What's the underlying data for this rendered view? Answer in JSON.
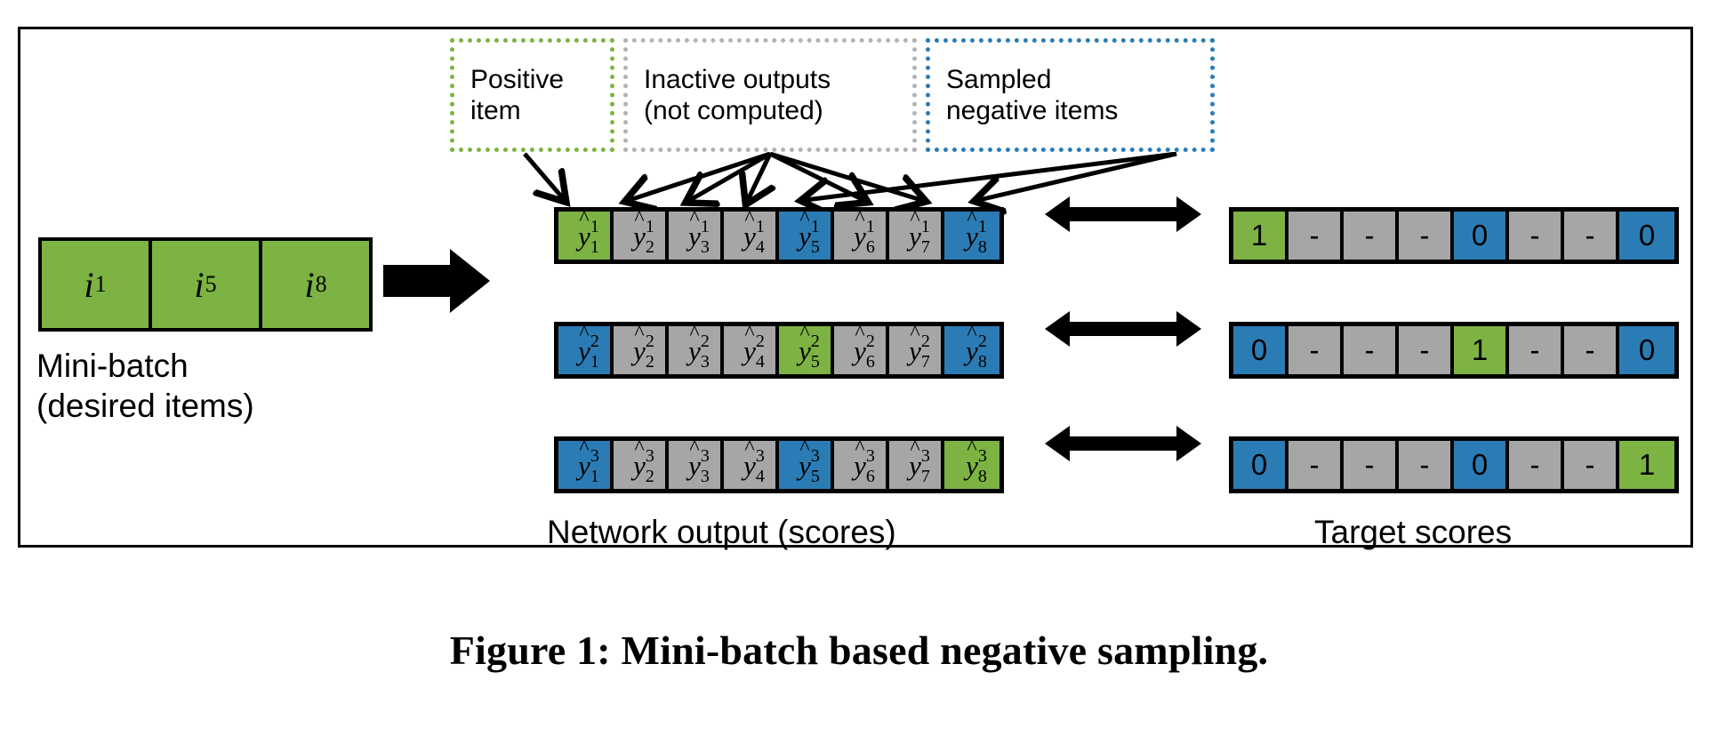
{
  "figure": {
    "caption": "Figure 1: Mini-batch based negative sampling.",
    "frame_color": "#000000"
  },
  "colors": {
    "positive_green": "#7cb342",
    "sampled_blue": "#2b7cb5",
    "inactive_gray": "#a6a6a6",
    "outline_black": "#000000"
  },
  "legend": {
    "positive": {
      "text": "Positive\nitem",
      "border_color": "#7cb342"
    },
    "inactive": {
      "text": "Inactive outputs\n(not computed)",
      "border_color": "#b3b3b3"
    },
    "negative": {
      "text": "Sampled\nnegative items",
      "border_color": "#2b7cb5"
    }
  },
  "minibatch": {
    "caption": "Mini-batch\n(desired items)",
    "items": [
      {
        "symbol": "i",
        "subscript": "1",
        "color": "green"
      },
      {
        "symbol": "i",
        "subscript": "5",
        "color": "green"
      },
      {
        "symbol": "i",
        "subscript": "8",
        "color": "green"
      }
    ]
  },
  "network_output": {
    "caption": "Network output (scores)",
    "rows": [
      {
        "row_index": "1",
        "cells": [
          {
            "symbol": "y",
            "sub": "1",
            "sup": "1",
            "color": "green"
          },
          {
            "symbol": "y",
            "sub": "2",
            "sup": "1",
            "color": "gray"
          },
          {
            "symbol": "y",
            "sub": "3",
            "sup": "1",
            "color": "gray"
          },
          {
            "symbol": "y",
            "sub": "4",
            "sup": "1",
            "color": "gray"
          },
          {
            "symbol": "y",
            "sub": "5",
            "sup": "1",
            "color": "blue"
          },
          {
            "symbol": "y",
            "sub": "6",
            "sup": "1",
            "color": "gray"
          },
          {
            "symbol": "y",
            "sub": "7",
            "sup": "1",
            "color": "gray"
          },
          {
            "symbol": "y",
            "sub": "8",
            "sup": "1",
            "color": "blue"
          }
        ]
      },
      {
        "row_index": "2",
        "cells": [
          {
            "symbol": "y",
            "sub": "1",
            "sup": "2",
            "color": "blue"
          },
          {
            "symbol": "y",
            "sub": "2",
            "sup": "2",
            "color": "gray"
          },
          {
            "symbol": "y",
            "sub": "3",
            "sup": "2",
            "color": "gray"
          },
          {
            "symbol": "y",
            "sub": "4",
            "sup": "2",
            "color": "gray"
          },
          {
            "symbol": "y",
            "sub": "5",
            "sup": "2",
            "color": "green"
          },
          {
            "symbol": "y",
            "sub": "6",
            "sup": "2",
            "color": "gray"
          },
          {
            "symbol": "y",
            "sub": "7",
            "sup": "2",
            "color": "gray"
          },
          {
            "symbol": "y",
            "sub": "8",
            "sup": "2",
            "color": "blue"
          }
        ]
      },
      {
        "row_index": "3",
        "cells": [
          {
            "symbol": "y",
            "sub": "1",
            "sup": "3",
            "color": "blue"
          },
          {
            "symbol": "y",
            "sub": "2",
            "sup": "3",
            "color": "gray"
          },
          {
            "symbol": "y",
            "sub": "3",
            "sup": "3",
            "color": "gray"
          },
          {
            "symbol": "y",
            "sub": "4",
            "sup": "3",
            "color": "gray"
          },
          {
            "symbol": "y",
            "sub": "5",
            "sup": "3",
            "color": "blue"
          },
          {
            "symbol": "y",
            "sub": "6",
            "sup": "3",
            "color": "gray"
          },
          {
            "symbol": "y",
            "sub": "7",
            "sup": "3",
            "color": "gray"
          },
          {
            "symbol": "y",
            "sub": "8",
            "sup": "3",
            "color": "green"
          }
        ]
      }
    ]
  },
  "target_scores": {
    "caption": "Target scores",
    "rows": [
      {
        "row_index": "1",
        "cells": [
          {
            "value": "1",
            "color": "green"
          },
          {
            "value": "-",
            "color": "gray"
          },
          {
            "value": "-",
            "color": "gray"
          },
          {
            "value": "-",
            "color": "gray"
          },
          {
            "value": "0",
            "color": "blue"
          },
          {
            "value": "-",
            "color": "gray"
          },
          {
            "value": "-",
            "color": "gray"
          },
          {
            "value": "0",
            "color": "blue"
          }
        ]
      },
      {
        "row_index": "2",
        "cells": [
          {
            "value": "0",
            "color": "blue"
          },
          {
            "value": "-",
            "color": "gray"
          },
          {
            "value": "-",
            "color": "gray"
          },
          {
            "value": "-",
            "color": "gray"
          },
          {
            "value": "1",
            "color": "green"
          },
          {
            "value": "-",
            "color": "gray"
          },
          {
            "value": "-",
            "color": "gray"
          },
          {
            "value": "0",
            "color": "blue"
          }
        ]
      },
      {
        "row_index": "3",
        "cells": [
          {
            "value": "0",
            "color": "blue"
          },
          {
            "value": "-",
            "color": "gray"
          },
          {
            "value": "-",
            "color": "gray"
          },
          {
            "value": "-",
            "color": "gray"
          },
          {
            "value": "0",
            "color": "blue"
          },
          {
            "value": "-",
            "color": "gray"
          },
          {
            "value": "-",
            "color": "gray"
          },
          {
            "value": "1",
            "color": "green"
          }
        ]
      }
    ]
  },
  "arrows": {
    "batch_to_network": "thick-right-arrow",
    "score_to_target": "thick-double-arrow",
    "legend_pointers": "thin-arrow"
  }
}
